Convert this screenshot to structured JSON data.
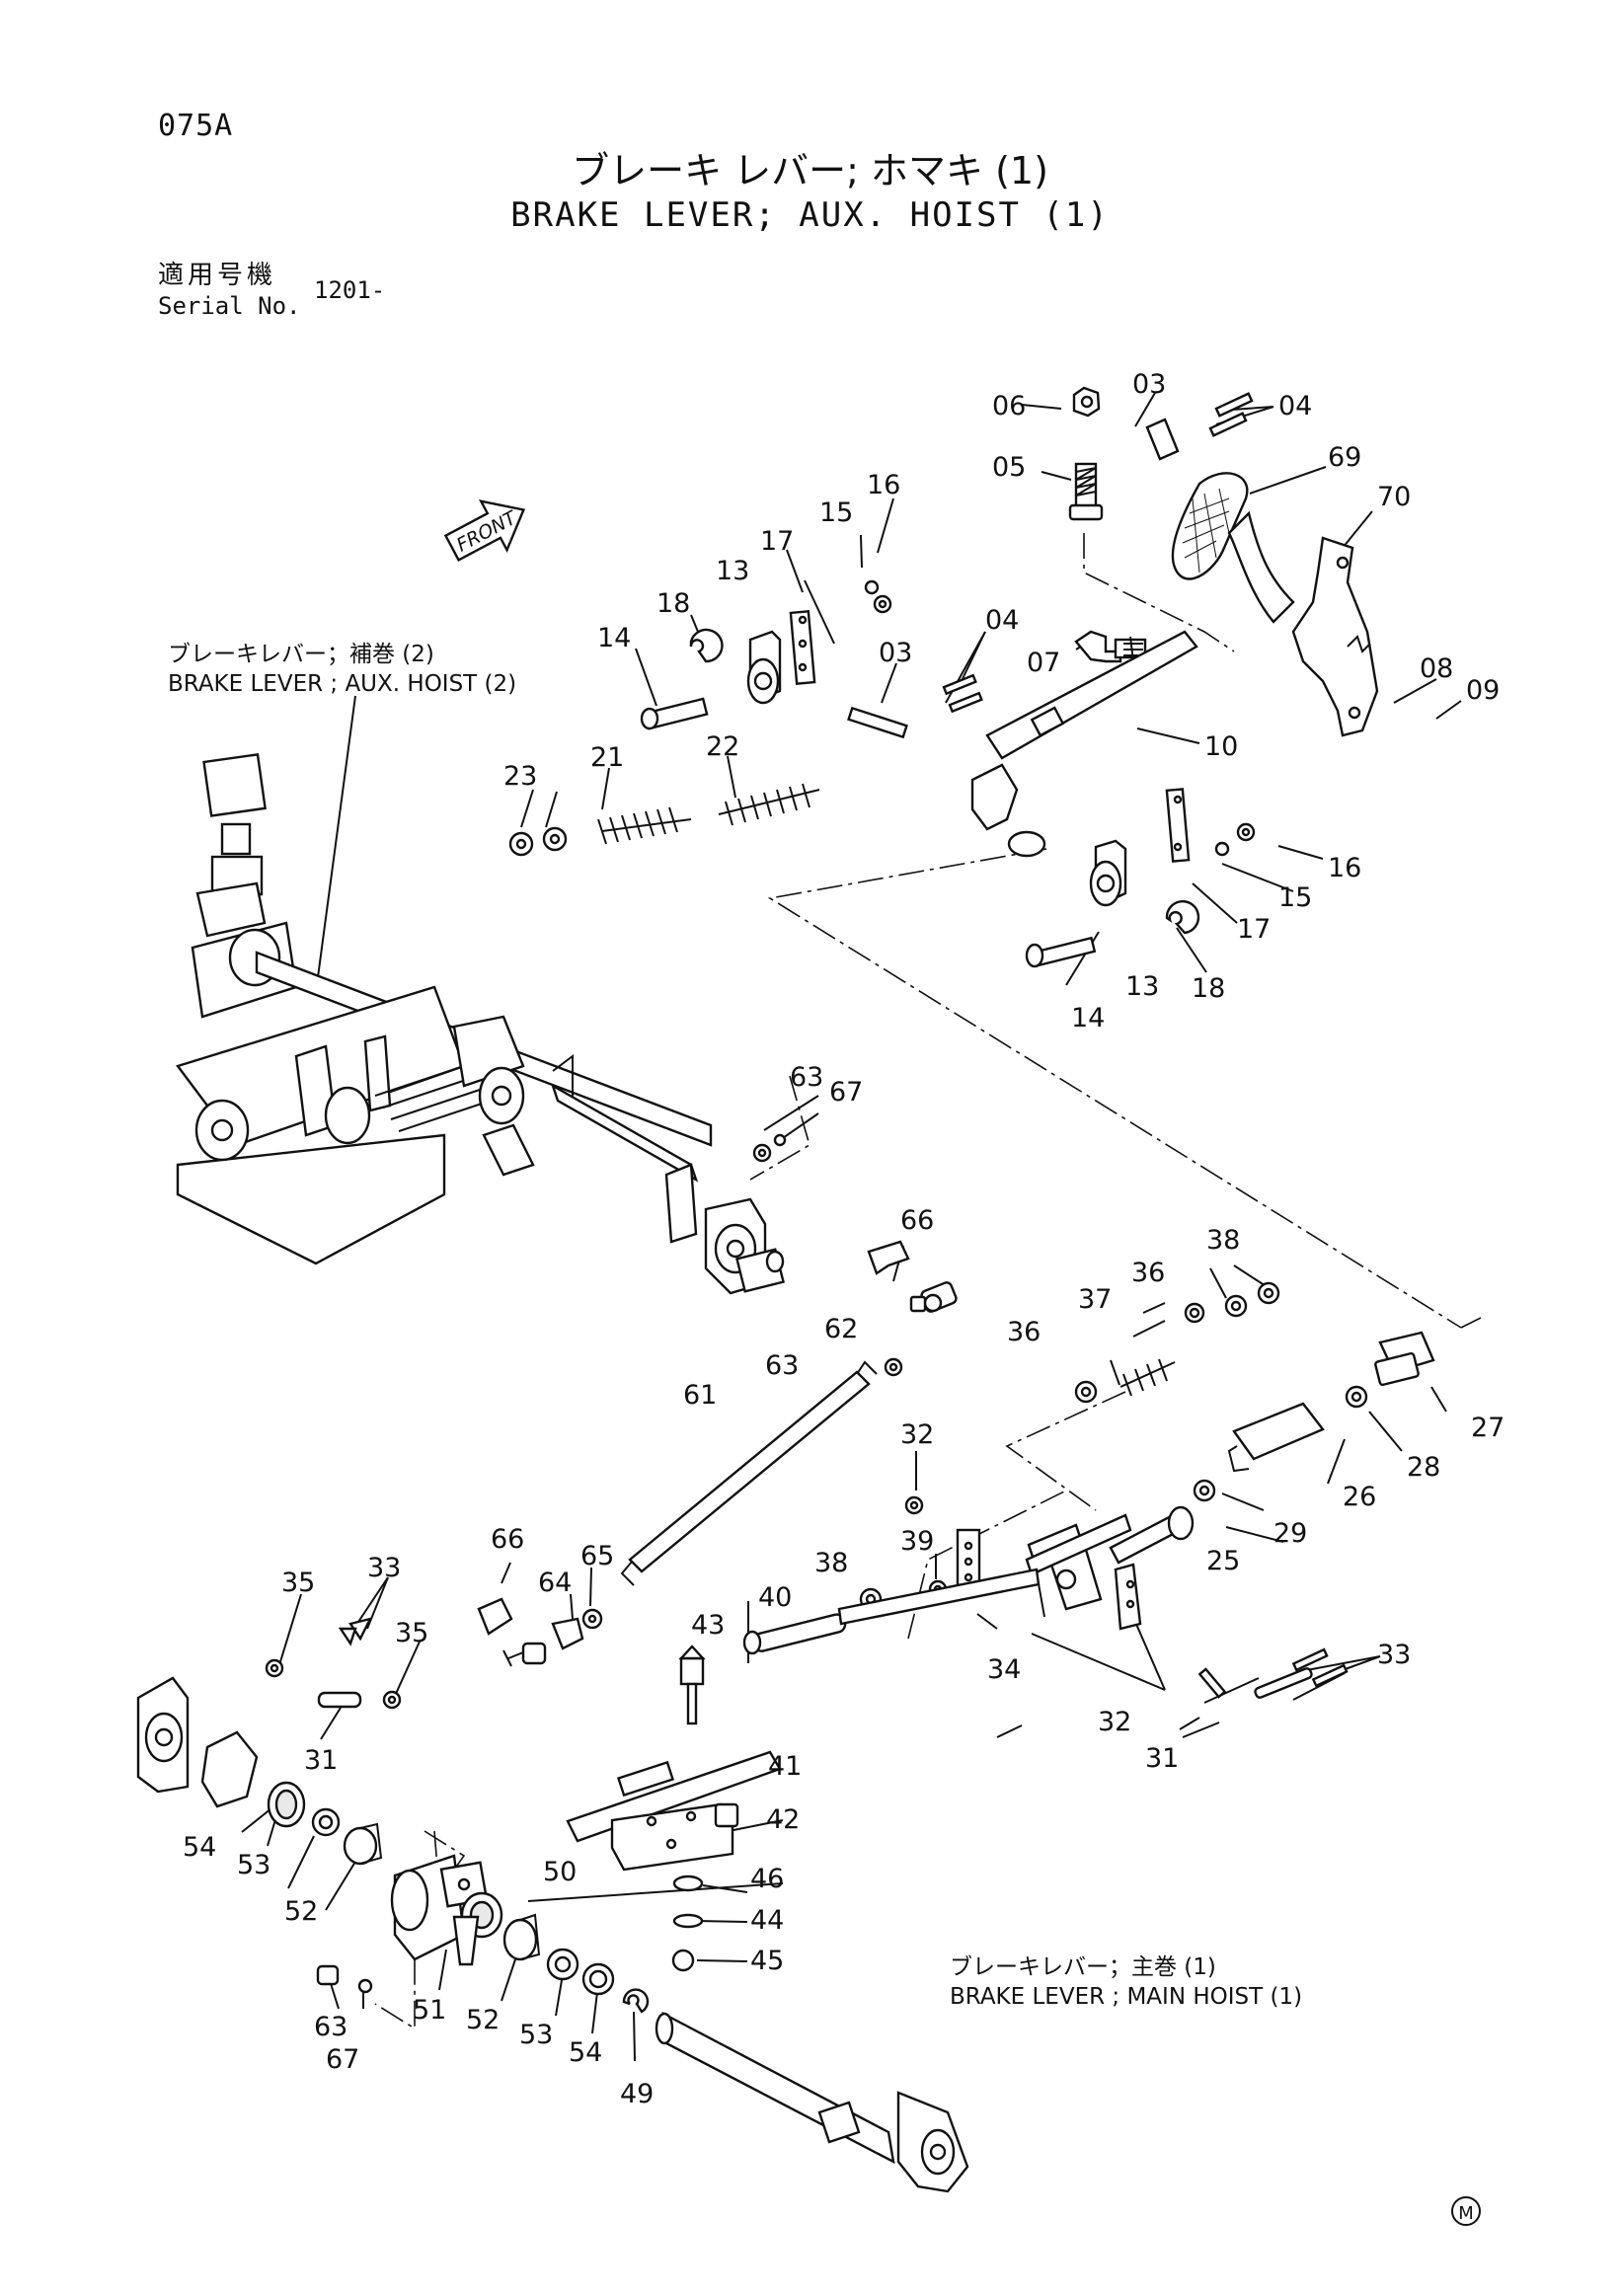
{
  "page_code": "075A",
  "title_jp": "ブレーキ レバー; ホマキ (1)",
  "title_en": "BRAKE LEVER; AUX. HOIST (1)",
  "serial": {
    "label_jp": "適用号機",
    "label_en": "Serial No.",
    "value": "1201-"
  },
  "front_label": "FRONT",
  "captions": {
    "aux2_jp": "ブレーキレバー；補巻 (2)",
    "aux2_en": "BRAKE LEVER ; AUX. HOIST (2)",
    "main1_jp": "ブレーキレバー；主巻 (1)",
    "main1_en": "BRAKE LEVER ; MAIN HOIST (1)"
  },
  "mark": "M",
  "part_numbers": {
    "p03a": "03",
    "p03b": "03",
    "p04a": "04",
    "p04b": "04",
    "p05": "05",
    "p06": "06",
    "p07": "07",
    "p08": "08",
    "p09": "09",
    "p10": "10",
    "p13a": "13",
    "p13b": "13",
    "p14a": "14",
    "p14b": "14",
    "p15a": "15",
    "p15b": "15",
    "p16a": "16",
    "p16b": "16",
    "p17a": "17",
    "p17b": "17",
    "p18a": "18",
    "p18b": "18",
    "p21": "21",
    "p22": "22",
    "p23": "23",
    "p25": "25",
    "p26": "26",
    "p27": "27",
    "p28": "28",
    "p29": "29",
    "p31a": "31",
    "p31b": "31",
    "p32a": "32",
    "p32b": "32",
    "p33a": "33",
    "p33b": "33",
    "p34": "34",
    "p35a": "35",
    "p35b": "35",
    "p36a": "36",
    "p36b": "36",
    "p37": "37",
    "p38a": "38",
    "p38b": "38",
    "p39": "39",
    "p40": "40",
    "p41": "41",
    "p42": "42",
    "p43": "43",
    "p44": "44",
    "p45": "45",
    "p46": "46",
    "p49": "49",
    "p50": "50",
    "p51": "51",
    "p52a": "52",
    "p52b": "52",
    "p53a": "53",
    "p53b": "53",
    "p54a": "54",
    "p54b": "54",
    "p61": "61",
    "p62": "62",
    "p63a": "63",
    "p63b": "63",
    "p63c": "63",
    "p64": "64",
    "p65": "65",
    "p66a": "66",
    "p66b": "66",
    "p67a": "67",
    "p67b": "67",
    "p69": "69",
    "p70": "70"
  }
}
